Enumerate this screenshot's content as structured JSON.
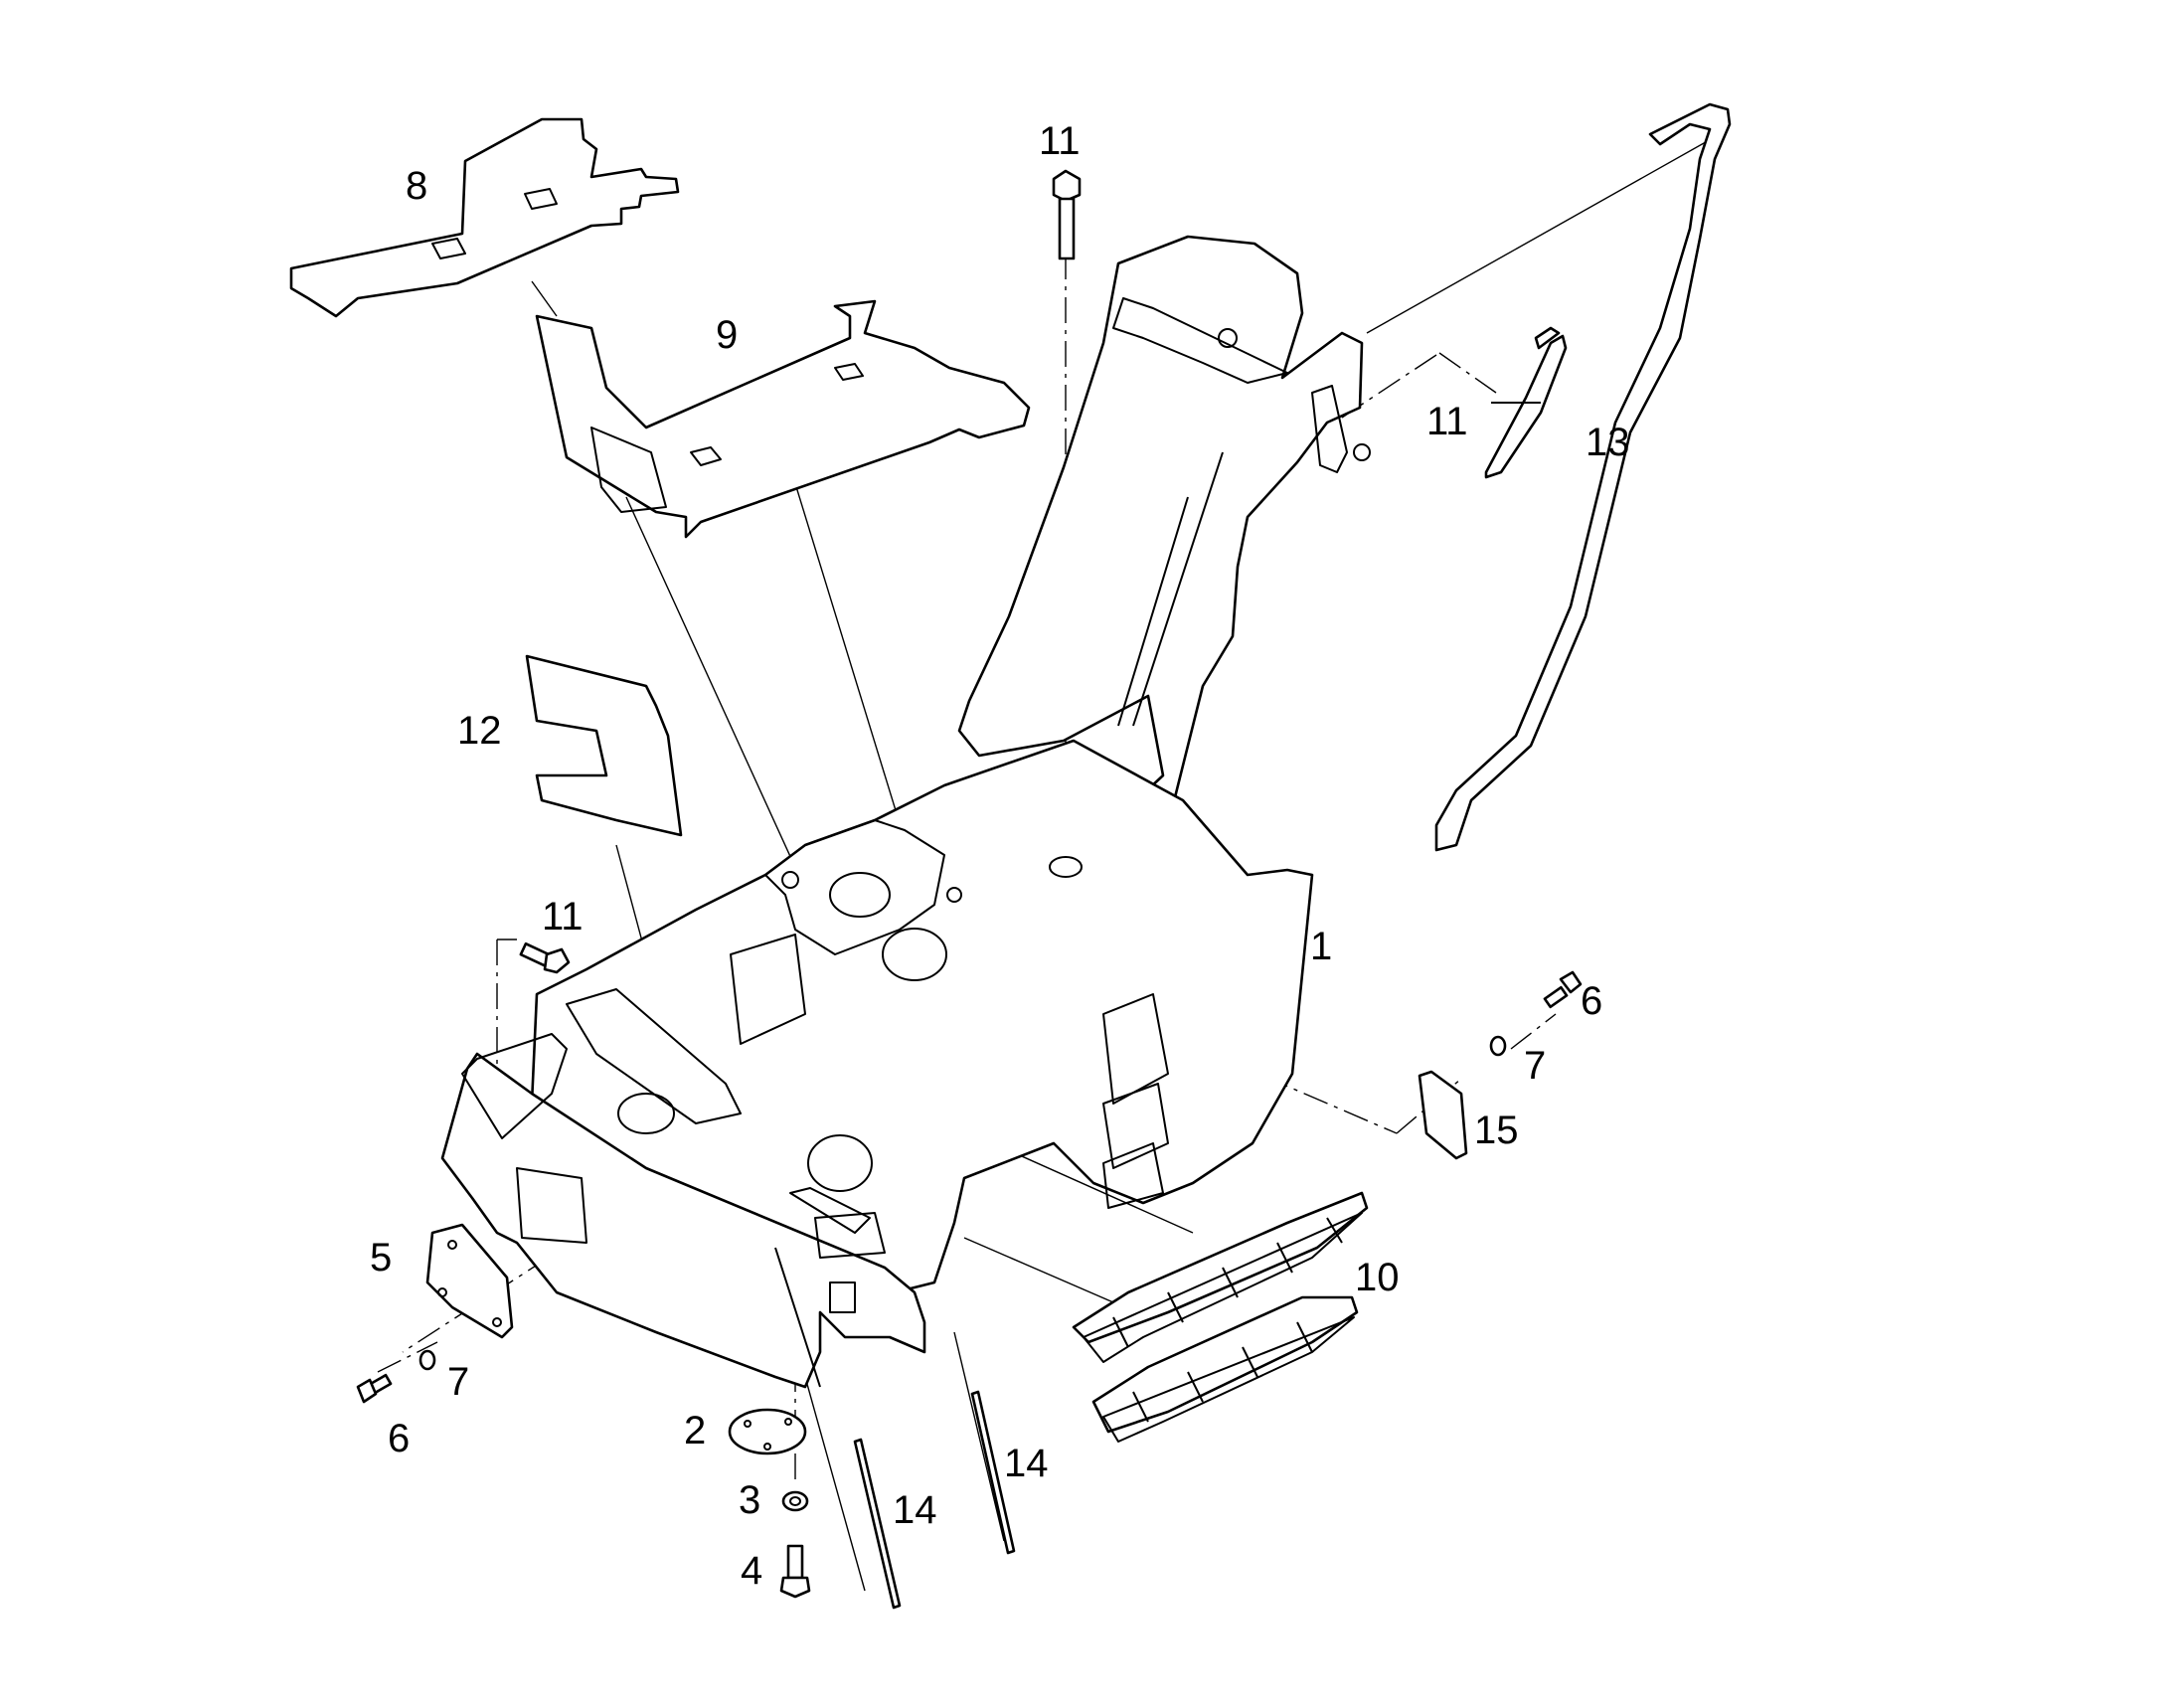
{
  "diagram": {
    "callouts": [
      {
        "id": "c1",
        "text": "1"
      },
      {
        "id": "c2",
        "text": "2"
      },
      {
        "id": "c3",
        "text": "3"
      },
      {
        "id": "c4",
        "text": "4"
      },
      {
        "id": "c5",
        "text": "5"
      },
      {
        "id": "c6a",
        "text": "6"
      },
      {
        "id": "c6b",
        "text": "6"
      },
      {
        "id": "c7a",
        "text": "7"
      },
      {
        "id": "c7b",
        "text": "7"
      },
      {
        "id": "c8",
        "text": "8"
      },
      {
        "id": "c9",
        "text": "9"
      },
      {
        "id": "c10",
        "text": "10"
      },
      {
        "id": "c11a",
        "text": "11"
      },
      {
        "id": "c11b",
        "text": "11"
      },
      {
        "id": "c11c",
        "text": "11"
      },
      {
        "id": "c12",
        "text": "12"
      },
      {
        "id": "c13",
        "text": "13"
      },
      {
        "id": "c14a",
        "text": "14"
      },
      {
        "id": "c14b",
        "text": "14"
      },
      {
        "id": "c15",
        "text": "15"
      }
    ],
    "colors": {
      "line": "#000000",
      "background": "#ffffff"
    }
  }
}
